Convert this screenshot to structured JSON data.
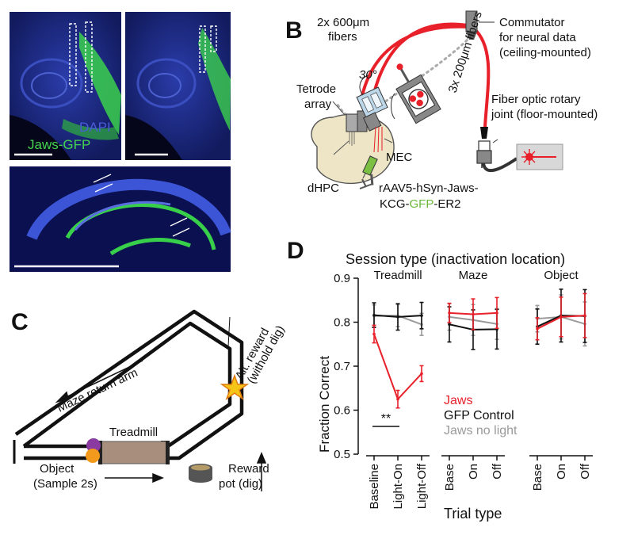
{
  "panels": {
    "B": "B",
    "C": "C",
    "D": "D"
  },
  "histology": {
    "label_dapi": "DAPI",
    "label_jaws": "Jaws-GFP",
    "colors": {
      "dapi": "#2a3fae",
      "gfp": "#39d04a",
      "bg": "#05061a"
    }
  },
  "setup": {
    "fibers_600": [
      "2x 600μm",
      "fibers"
    ],
    "commutator": [
      "Commutator",
      "for neural data",
      "(ceiling-mounted)"
    ],
    "angle": "30°",
    "tetrode": [
      "Tetrode",
      "array"
    ],
    "fibers_200": "3x 200μm fibers",
    "rotary": [
      "Fiber optic rotary",
      "joint (floor-mounted)"
    ],
    "mec": "MEC",
    "dhpc": "dHPC",
    "virus_line1": "rAAV5-hSyn-Jaws-",
    "virus_line2_a": "KCG-",
    "virus_line2_b": "GFP",
    "virus_line2_c": "-ER2"
  },
  "maze": {
    "return_arm": "Maze return arm",
    "alt_reward": [
      "Alt. reward",
      "(withold dig)"
    ],
    "treadmill": "Treadmill",
    "object": [
      "Object",
      "(Sample 2s)"
    ],
    "reward_pot": [
      "Reward",
      "pot (dig)"
    ]
  },
  "chart_data": {
    "type": "line",
    "title": "Session type (inactivation location)",
    "ylabel": "Fraction Correct",
    "xlabel": "Trial type",
    "ylim": [
      0.5,
      0.9
    ],
    "yticks": [
      0.5,
      0.6,
      0.7,
      0.8,
      0.9
    ],
    "groups": [
      {
        "name": "Treadmill",
        "categories": [
          "Baseline",
          "Light-On",
          "Light-Off"
        ]
      },
      {
        "name": "Maze",
        "categories": [
          "Base",
          "On",
          "Off"
        ]
      },
      {
        "name": "Object",
        "categories": [
          "Base",
          "On",
          "Off"
        ]
      }
    ],
    "series": [
      {
        "name": "Jaws",
        "color": "#e8202a",
        "values": [
          [
            0.773,
            0.625,
            0.683
          ],
          [
            0.821,
            0.818,
            0.821
          ],
          [
            0.785,
            0.812,
            0.815
          ]
        ],
        "errors": [
          [
            0.02,
            0.02,
            0.018
          ],
          [
            0.022,
            0.035,
            0.035
          ],
          [
            0.025,
            0.045,
            0.05
          ]
        ]
      },
      {
        "name": "GFP Control",
        "color": "#111111",
        "values": [
          [
            0.816,
            0.812,
            0.815
          ],
          [
            0.795,
            0.783,
            0.784
          ],
          [
            0.79,
            0.815,
            0.814
          ]
        ],
        "errors": [
          [
            0.028,
            0.03,
            0.03
          ],
          [
            0.04,
            0.045,
            0.045
          ],
          [
            0.04,
            0.06,
            0.06
          ]
        ]
      },
      {
        "name": "Jaws no light",
        "color": "#9a9a9a",
        "values": [
          [
            0.814,
            0.815,
            0.795
          ],
          [
            0.812,
            0.805,
            0.796
          ],
          [
            0.808,
            0.812,
            0.796
          ]
        ],
        "errors": [
          [
            0.025,
            0.025,
            0.025
          ],
          [
            0.03,
            0.035,
            0.035
          ],
          [
            0.03,
            0.05,
            0.05
          ]
        ]
      }
    ],
    "significance": "**"
  }
}
